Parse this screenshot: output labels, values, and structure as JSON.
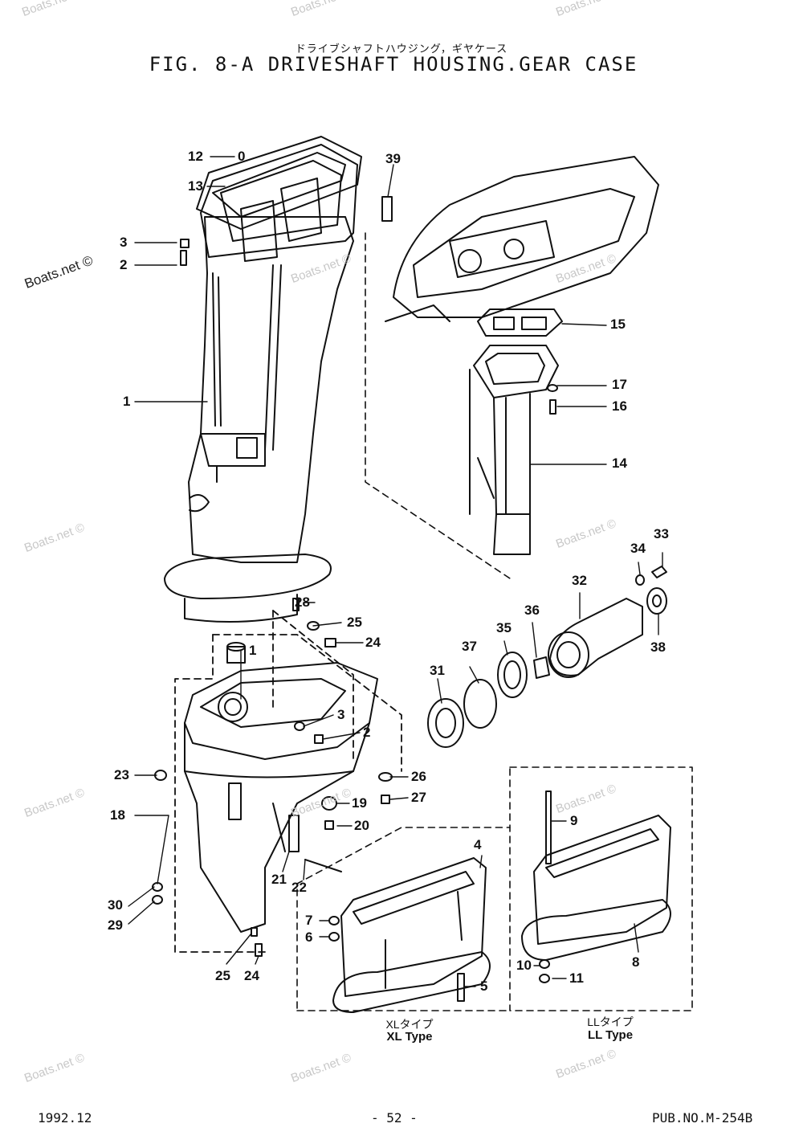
{
  "header": {
    "title_jp": "ドライブシャフトハウジング，ギヤケース",
    "title": "FIG.  8-A DRIVESHAFT HOUSING.GEAR CASE"
  },
  "watermark": "Boats.net ©",
  "callouts": {
    "c1": "1",
    "c1b": "1",
    "c2": "2",
    "c2b": "2",
    "c3": "3",
    "c3b": "3",
    "c4": "4",
    "c5": "5",
    "c6": "6",
    "c7": "7",
    "c8": "8",
    "c9": "9",
    "c10": "10",
    "c11": "11",
    "c12": "12",
    "c12val": "0",
    "c13": "13",
    "c14": "14",
    "c15": "15",
    "c16": "16",
    "c17": "17",
    "c18": "18",
    "c19": "19",
    "c20": "20",
    "c21": "21",
    "c22": "22",
    "c23": "23",
    "c24": "24",
    "c24b": "24",
    "c25": "25",
    "c25b": "25",
    "c26": "26",
    "c27": "27",
    "c28": "28",
    "c29": "29",
    "c30": "30",
    "c31": "31",
    "c32": "32",
    "c33": "33",
    "c34": "34",
    "c35": "35",
    "c36": "36",
    "c37": "37",
    "c38": "38",
    "c39": "39"
  },
  "variants": {
    "xl_jp": "XLタイプ",
    "xl": "XL Type",
    "ll_jp": "LLタイプ",
    "ll": "LL Type"
  },
  "footer": {
    "date": "1992.12",
    "page": "- 52 -",
    "pub": "PUB.NO.M-254B"
  }
}
